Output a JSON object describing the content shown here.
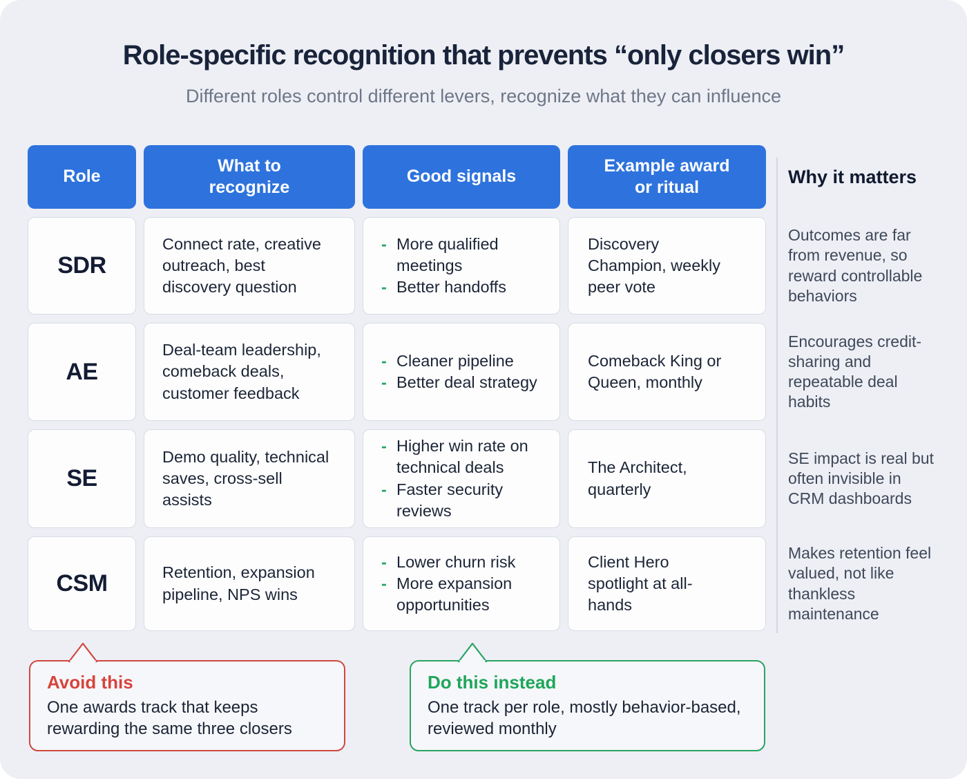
{
  "title": "Role-specific recognition that prevents “only closers win”",
  "subtitle": "Different roles control different levers, recognize what they can influence",
  "columns": {
    "role": "Role",
    "recognize": "What to recognize",
    "signals": "Good signals",
    "award": "Example award or ritual",
    "why": "Why it matters"
  },
  "rows": [
    {
      "role": "SDR",
      "recognize": "Connect rate, creative outreach, best discovery question",
      "signals": [
        "More qualified meetings",
        "Better handoffs"
      ],
      "award": "Discovery Champion, weekly peer vote",
      "why": "Outcomes are far from revenue, so reward controllable behaviors"
    },
    {
      "role": "AE",
      "recognize": "Deal-team leadership, comeback deals, customer feedback",
      "signals": [
        "Cleaner pipeline",
        "Better deal strategy"
      ],
      "award": "Comeback King or Queen, monthly",
      "why": "Encourages credit-sharing and repeatable deal habits"
    },
    {
      "role": "SE",
      "recognize": "Demo quality, technical saves, cross-sell assists",
      "signals": [
        "Higher win rate on technical deals",
        "Faster security reviews"
      ],
      "award": "The Architect, quarterly",
      "why": "SE impact is real but often invisible in CRM dashboards"
    },
    {
      "role": "CSM",
      "recognize": "Retention, expansion pipeline, NPS wins",
      "signals": [
        "Lower churn risk",
        "More expansion opportunities"
      ],
      "award": "Client Hero spotlight at all-hands",
      "why": "Makes retention feel valued, not like thankless maintenance"
    }
  ],
  "callouts": {
    "avoid": {
      "title": "Avoid this",
      "text": "One awards track that keeps rewarding the same three closers"
    },
    "do_instead": {
      "title": "Do this instead",
      "text": "One track per role, mostly behavior-based, reviewed monthly"
    }
  },
  "colors": {
    "header_blue": "#2e73dd",
    "positive_green": "#22a55e",
    "warning_red": "#cf4840",
    "ink_navy": "#19233a",
    "muted_gray": "#6e7687",
    "card_background": "#edeff5"
  }
}
